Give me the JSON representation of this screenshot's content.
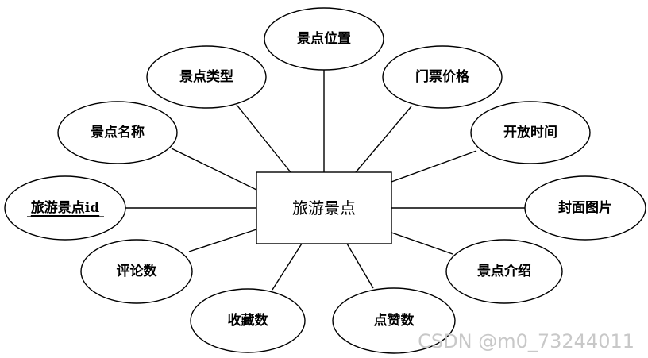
{
  "entity": {
    "label": "旅游景点"
  },
  "attributes": [
    {
      "id": "location",
      "label": "景点位置",
      "key": false
    },
    {
      "id": "type",
      "label": "景点类型",
      "key": false
    },
    {
      "id": "price",
      "label": "门票价格",
      "key": false
    },
    {
      "id": "name",
      "label": "景点名称",
      "key": false
    },
    {
      "id": "hours",
      "label": "开放时间",
      "key": false
    },
    {
      "id": "pk",
      "label": "旅游景点id",
      "key": true
    },
    {
      "id": "cover",
      "label": "封面图片",
      "key": false
    },
    {
      "id": "comments",
      "label": "评论数",
      "key": false
    },
    {
      "id": "intro",
      "label": "景点介绍",
      "key": false
    },
    {
      "id": "favorites",
      "label": "收藏数",
      "key": false
    },
    {
      "id": "likes",
      "label": "点赞数",
      "key": false
    }
  ],
  "watermark": "CSDN @m0_73244011"
}
